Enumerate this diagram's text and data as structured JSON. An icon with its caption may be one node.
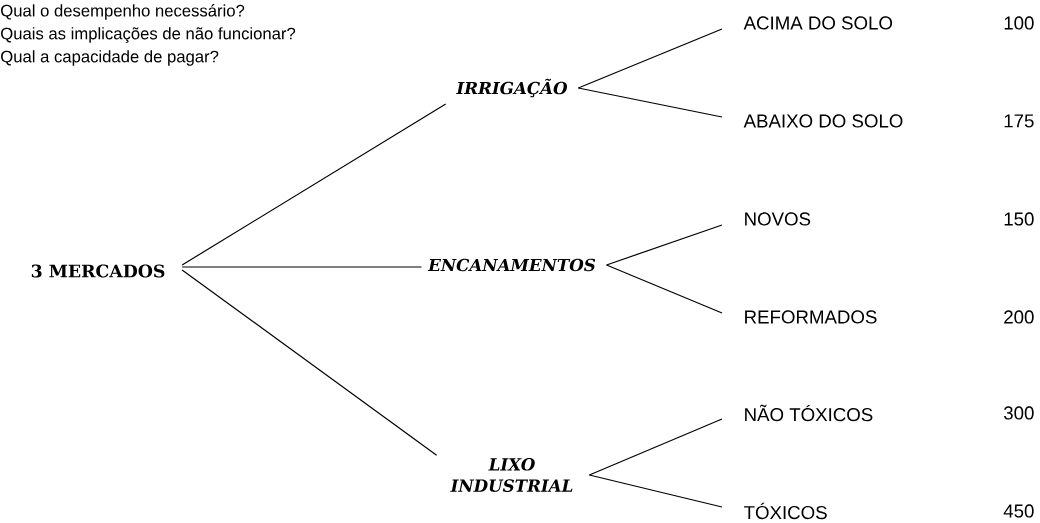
{
  "diagram": {
    "nodes": [
      {
        "text": [
          "3 MERCADOS"
        ]
      },
      {
        "text": [
          "IRRIGAÇÃO"
        ]
      },
      {
        "text": [
          "ENCANAMENTOS"
        ]
      },
      {
        "text": [
          "LIXO INDUSTRIAL"
        ]
      },
      {
        "text": [
          "ACIMA DO SOLO"
        ]
      },
      {
        "text": [
          "ABAIXO DO SOLO"
        ]
      },
      {
        "text": [
          "NOVOS"
        ]
      },
      {
        "text": [
          "REFORMADOS"
        ]
      },
      {
        "text": [
          "NÃO TÓXICOS"
        ]
      },
      {
        "text": [
          "TÓXICOS"
        ]
      }
    ],
    "edges": [
      {
        "from": 0,
        "to": 1,
        "arrow": "none"
      },
      {
        "from": 0,
        "to": 2,
        "arrow": "none"
      },
      {
        "from": 0,
        "to": 3,
        "arrow": "none"
      },
      {
        "from": 1,
        "to": 4,
        "arrow": "none"
      },
      {
        "from": 1,
        "to": 5,
        "arrow": "none"
      },
      {
        "from": 2,
        "to": 6,
        "arrow": "none"
      },
      {
        "from": 2,
        "to": 7,
        "arrow": "none"
      },
      {
        "from": 3,
        "to": 8,
        "arrow": "none"
      },
      {
        "from": 3,
        "to": 9,
        "arrow": "none"
      }
    ],
    "labels": [
      "Qual o desempenho necessário?",
      "Quais as implicações de não funcionar?",
      "Qual a capacidade de pagar?",
      "100",
      "175",
      "150",
      "200",
      "300",
      "450"
    ]
  }
}
